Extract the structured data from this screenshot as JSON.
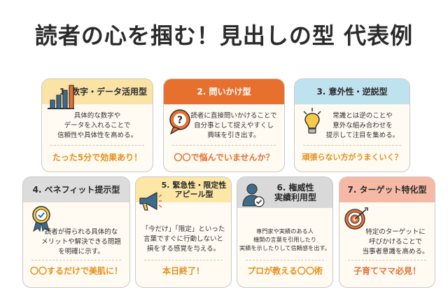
{
  "title": "読者の心を掴む！見出しの型 代表例",
  "cards": [
    {
      "header": "1. 数字・データ活用型",
      "icon": "bar-chart-icon",
      "desc": [
        "具体的な数字や",
        "データを入れることで",
        "信頼性や具体性を高める。"
      ],
      "example": "たった5分で効果あり！",
      "header_bg": "#fbe3a6",
      "header_color": "#2b2b2b",
      "example_color": "#e58f1c"
    },
    {
      "header": "2. 問いかけ型",
      "icon": "question-bubble-icon",
      "desc": [
        "読者に直接問いかけることで",
        "自分事として捉えやすくし",
        "興味を引き出す。"
      ],
      "example": "〇〇で悩んでいませんか？",
      "header_bg": "#e8702f",
      "header_color": "#ffffff",
      "example_color": "#e8702f"
    },
    {
      "header": "3. 意外性・逆説型",
      "icon": "lightbulb-icon",
      "desc": [
        "常識とは逆のことや",
        "意外な組み合わせを",
        "提示して注目を集める。"
      ],
      "example": "頑張らない方がうまくいく？",
      "header_bg": "#bfe2ef",
      "header_color": "#2b2b2b",
      "example_color": "#e58f1c"
    },
    {
      "header": "4. ベネフィット提示型",
      "icon": "award-ribbon-icon",
      "desc": [
        "読者が得られる具体的な",
        "メリットや解決できる問題",
        "を明確に示す。"
      ],
      "example": "〇〇するだけで美肌に！",
      "header_bg": "#dcdcdc",
      "header_color": "#2b2b2b",
      "example_color": "#e58f1c"
    },
    {
      "header": "5. 緊急性・限定性\nアピール型",
      "icon": "megaphone-icon",
      "desc": [
        "「今だけ」「限定」といった",
        "言葉ですぐに行動しないと",
        "損をする感覚を与える。"
      ],
      "example": "本日終了！",
      "header_bg": "#fde7a6",
      "header_color": "#2b2b2b",
      "example_color": "#e58f1c"
    },
    {
      "header": "6. 権威性\n実績利用型",
      "icon": "verified-person-icon",
      "desc": [
        "専門家や実績のある人",
        "機関の言葉を引用したり",
        "実績を示したりして信頼感を出す。"
      ],
      "example": "プロが教える〇〇術",
      "header_bg": "#d9d9d9",
      "header_color": "#2b2b2b",
      "example_color": "#e58f1c"
    },
    {
      "header": "7. ターゲット特化型",
      "icon": "target-icon",
      "desc": [
        "特定のターゲットに",
        "呼びかけることで",
        "当事者意識を高める。"
      ],
      "example": "子育てママ必見！",
      "header_bg": "#f6b9a6",
      "header_color": "#2b2b2b",
      "example_color": "#e8702f"
    }
  ]
}
